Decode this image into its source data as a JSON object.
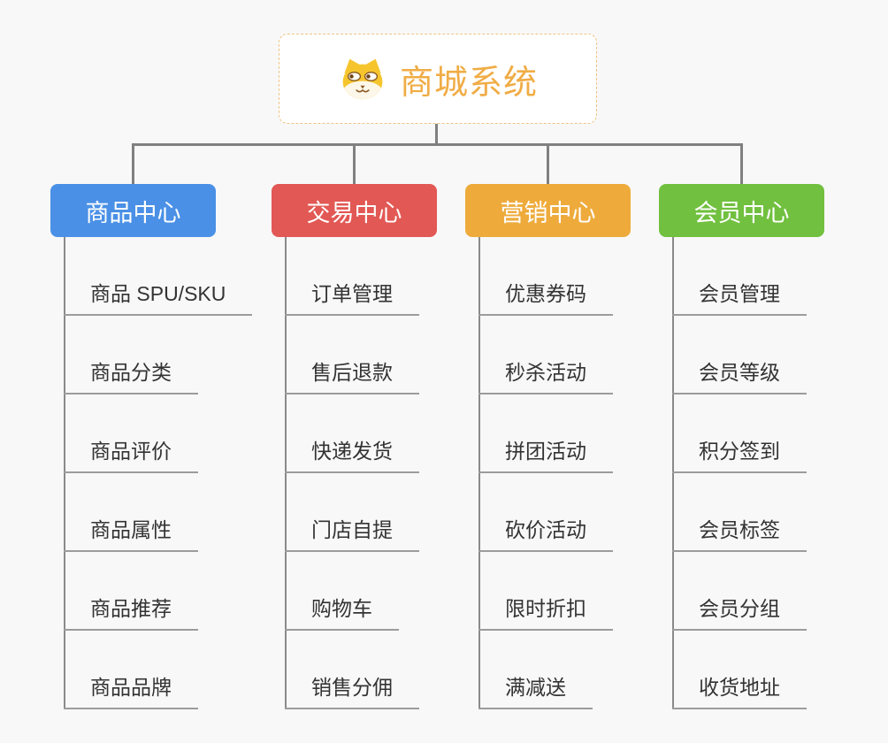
{
  "root": {
    "title": "商城系统",
    "icon": "dog-face-icon",
    "text_color": "#f0ac45",
    "border_color": "#f0c382"
  },
  "style": {
    "background": "#f8f8f8",
    "connector_color": "#808080",
    "leaf_line_color": "#9c9c9c",
    "leaf_text_color": "#333333"
  },
  "branches": [
    {
      "label": "商品中心",
      "color": "#4a90e6",
      "items": [
        "商品 SPU/SKU",
        "商品分类",
        "商品评价",
        "商品属性",
        "商品推荐",
        "商品品牌"
      ]
    },
    {
      "label": "交易中心",
      "color": "#e25854",
      "items": [
        "订单管理",
        "售后退款",
        "快递发货",
        "门店自提",
        "购物车",
        "销售分佣"
      ]
    },
    {
      "label": "营销中心",
      "color": "#eeab3c",
      "items": [
        "优惠券码",
        "秒杀活动",
        "拼团活动",
        "砍价活动",
        "限时折扣",
        "满减送"
      ]
    },
    {
      "label": "会员中心",
      "color": "#71c03f",
      "items": [
        "会员管理",
        "会员等级",
        "积分签到",
        "会员标签",
        "会员分组",
        "收货地址"
      ]
    }
  ]
}
